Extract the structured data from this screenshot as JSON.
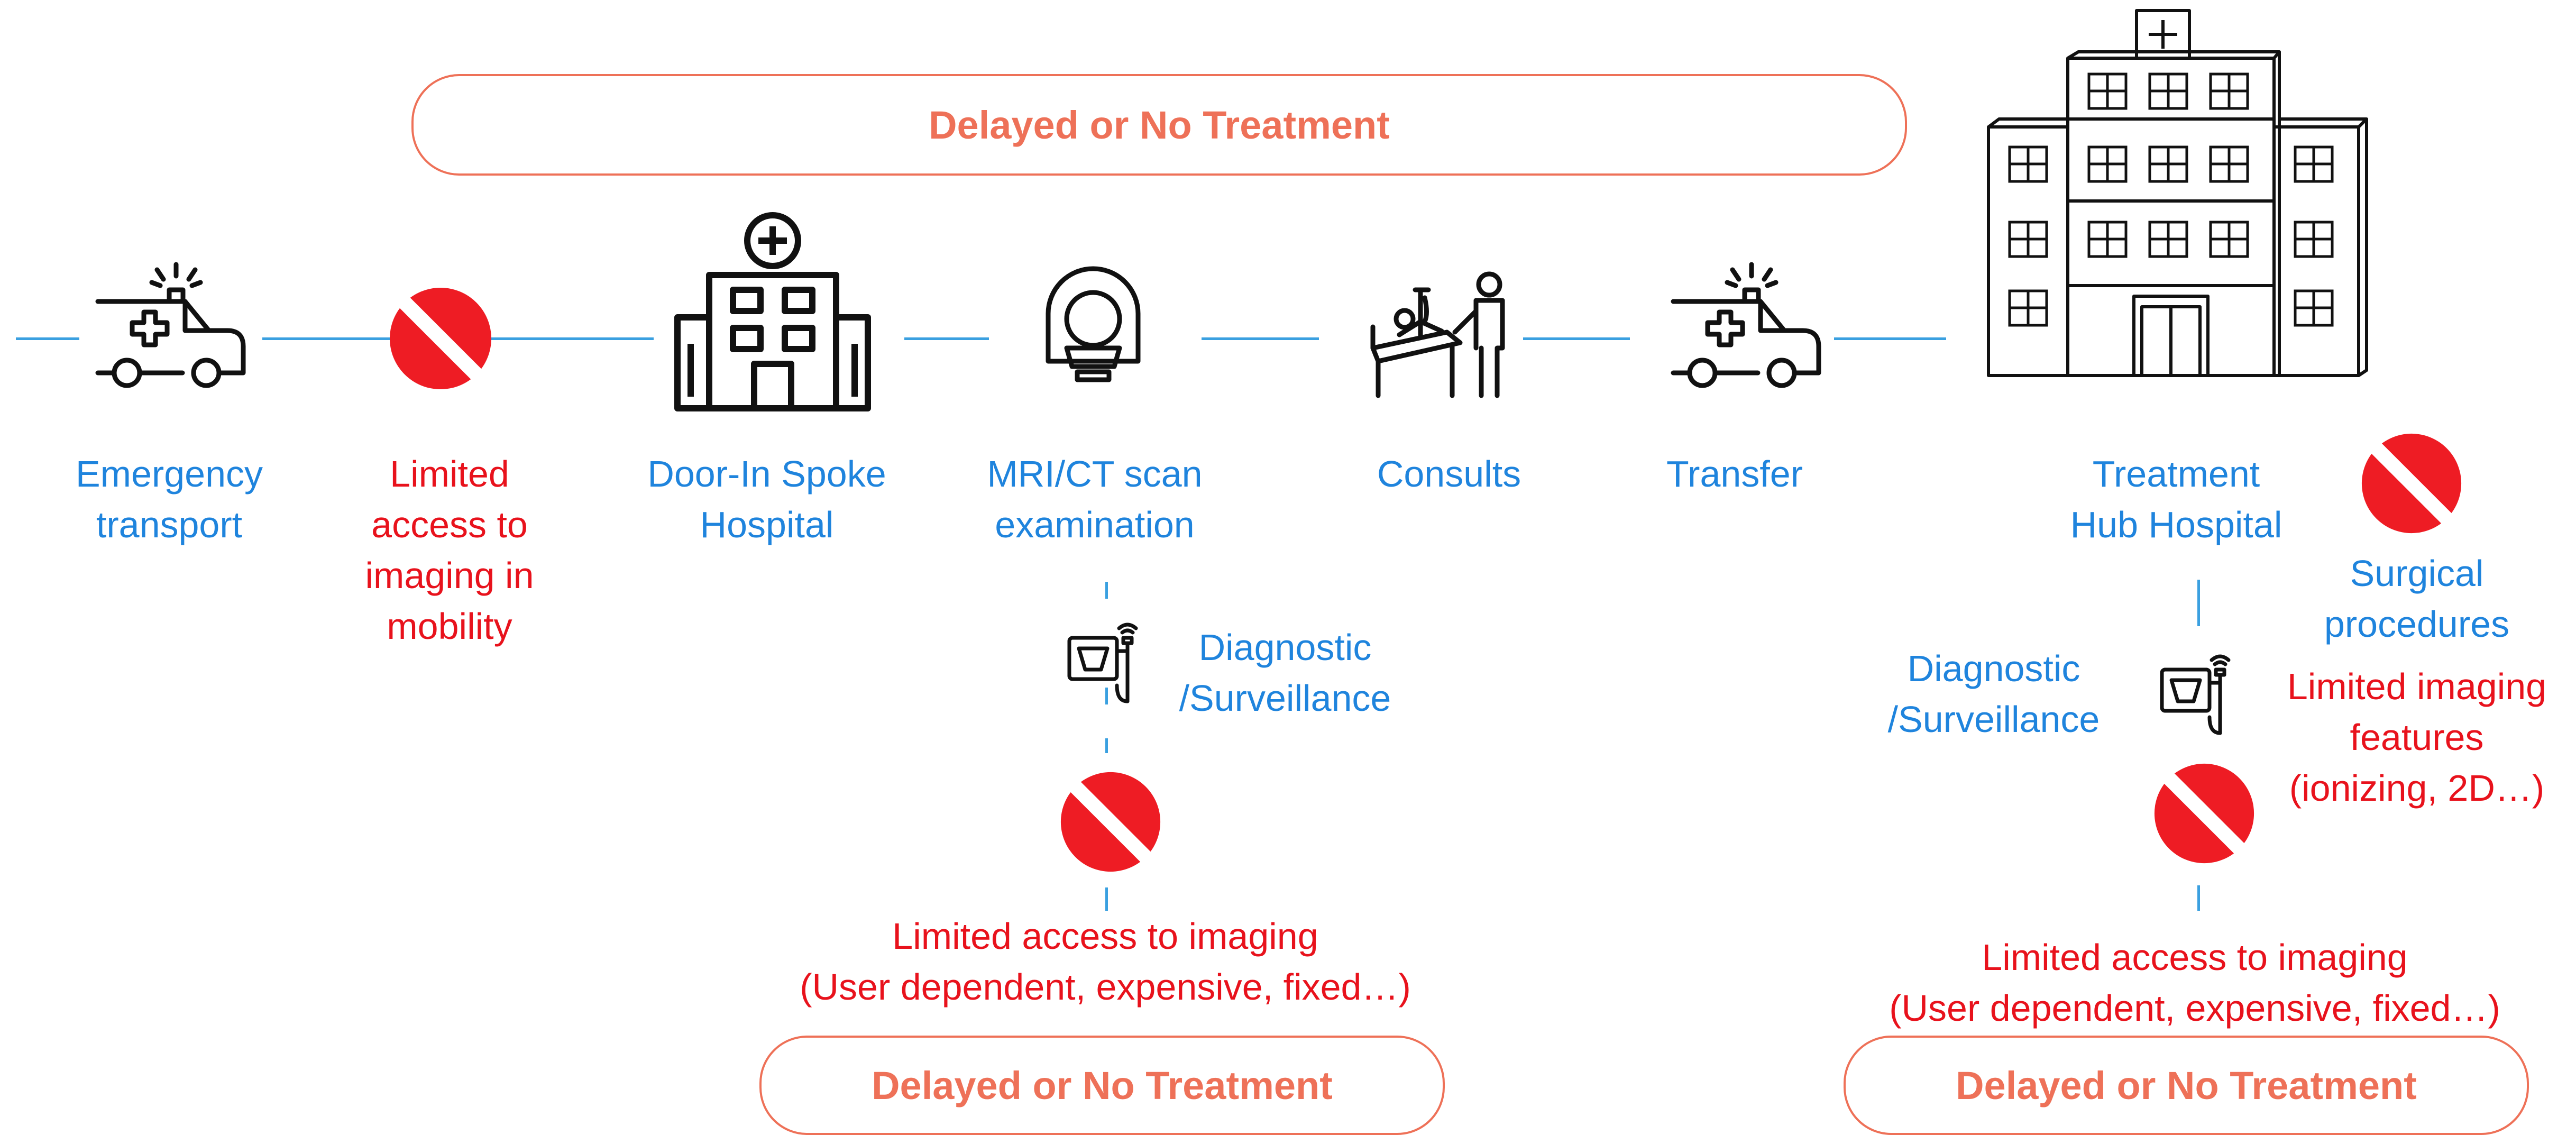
{
  "banners": {
    "top": "Delayed or No Treatment",
    "mid": "Delayed or No Treatment",
    "right": "Delayed or No Treatment"
  },
  "steps": {
    "emergency": "Emergency\ntransport",
    "limited_mobility": "Limited\naccess to\nimaging in\nmobility",
    "spoke": "Door-In Spoke\nHospital",
    "scan": "MRI/CT scan\nexamination",
    "consults": "Consults",
    "transfer": "Transfer",
    "hub": "Treatment\nHub Hospital"
  },
  "mid_branch": {
    "diagnostic": "Diagnostic\n/Surveillance",
    "limited": "Limited access to imaging\n(User dependent, expensive, fixed…)"
  },
  "right_branch": {
    "diagnostic": "Diagnostic\n/Surveillance",
    "surgical": "Surgical\nprocedures",
    "limited_features": "Limited imaging\nfeatures\n(ionizing, 2D…)",
    "limited": "Limited access to imaging\n(User dependent, expensive, fixed…)"
  },
  "colors": {
    "blue_text": "#1f84dd",
    "red_text": "#e8121c",
    "banner": "#ee7158",
    "line": "#3aa0e0",
    "no_sign": "#ee1c24"
  },
  "icons": [
    "ambulance-icon",
    "no-entry-icon",
    "hospital-icon",
    "mri-scanner-icon",
    "patient-bed-icon",
    "ultrasound-probe-icon",
    "hub-hospital-building-icon"
  ]
}
